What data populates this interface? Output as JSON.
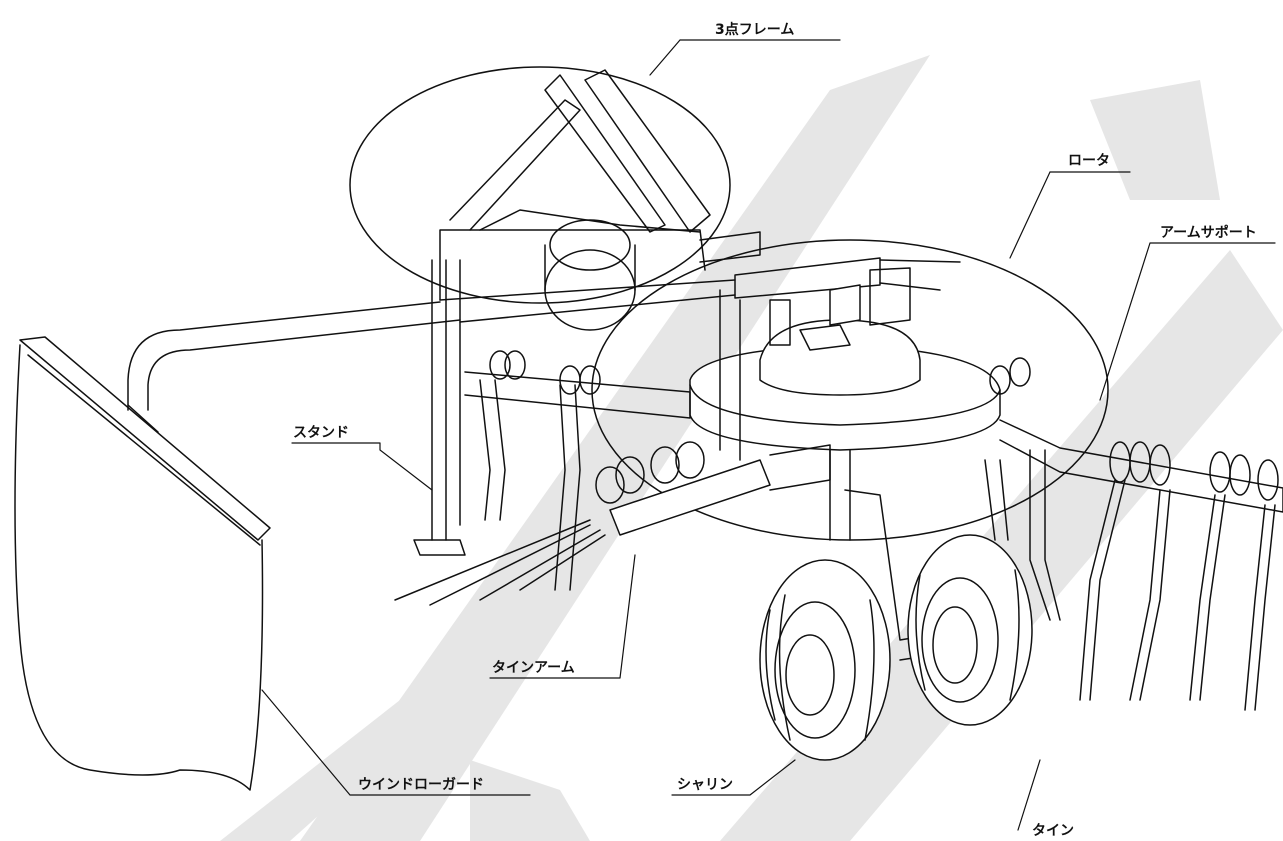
{
  "labels": {
    "frame": "3点フレーム",
    "rotor": "ロータ",
    "arm_support": "アームサポート",
    "stand": "スタンド",
    "tine_arm": "タインアーム",
    "windrow_guard": "ウインドローガード",
    "wheel": "シャリン",
    "tine": "タイン"
  },
  "colors": {
    "line": "#111111",
    "watermark": "#e6e6e6",
    "background": "#ffffff"
  }
}
